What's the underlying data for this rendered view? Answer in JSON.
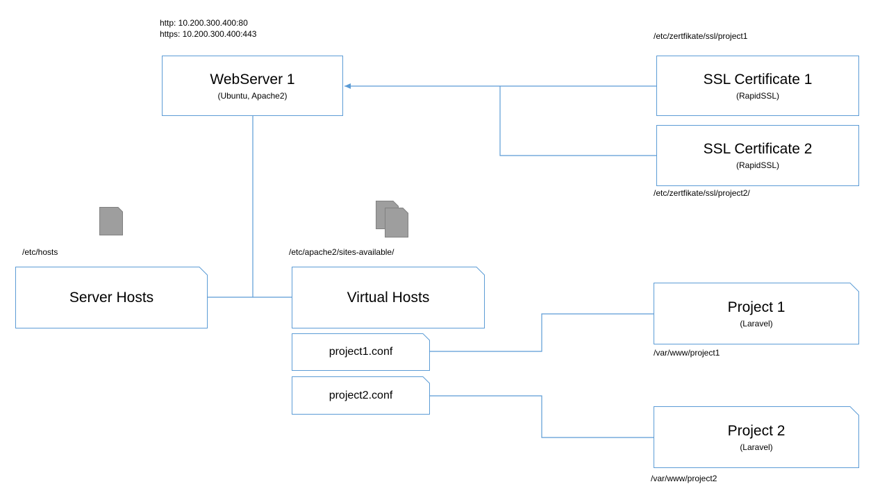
{
  "colors": {
    "line": "#5b9bd5",
    "icon_fill": "#9e9e9e",
    "icon_stroke": "#808080"
  },
  "webserver": {
    "title": "WebServer 1",
    "subtitle": "(Ubuntu, Apache2)",
    "http": "http:   10.200.300.400:80",
    "https": "https: 10.200.300.400:443"
  },
  "ssl1": {
    "title": "SSL Certificate 1",
    "subtitle": "(RapidSSL)",
    "path": "/etc/zertfikate/ssl/project1"
  },
  "ssl2": {
    "title": "SSL Certificate 2",
    "subtitle": "(RapidSSL)",
    "path": "/etc/zertfikate/ssl/project2/"
  },
  "server_hosts": {
    "title": "Server Hosts",
    "path": "/etc/hosts",
    "icon": "document-icon"
  },
  "virtual_hosts": {
    "title": "Virtual Hosts",
    "path": "/etc/apache2/sites-available/",
    "icon": "documents-icon"
  },
  "conf1": {
    "title": "project1.conf"
  },
  "conf2": {
    "title": "project2.conf"
  },
  "project1": {
    "title": "Project 1",
    "subtitle": "(Laravel)",
    "path": "/var/www/project1"
  },
  "project2": {
    "title": "Project 2",
    "subtitle": "(Laravel)",
    "path": "/var/www/project2"
  }
}
